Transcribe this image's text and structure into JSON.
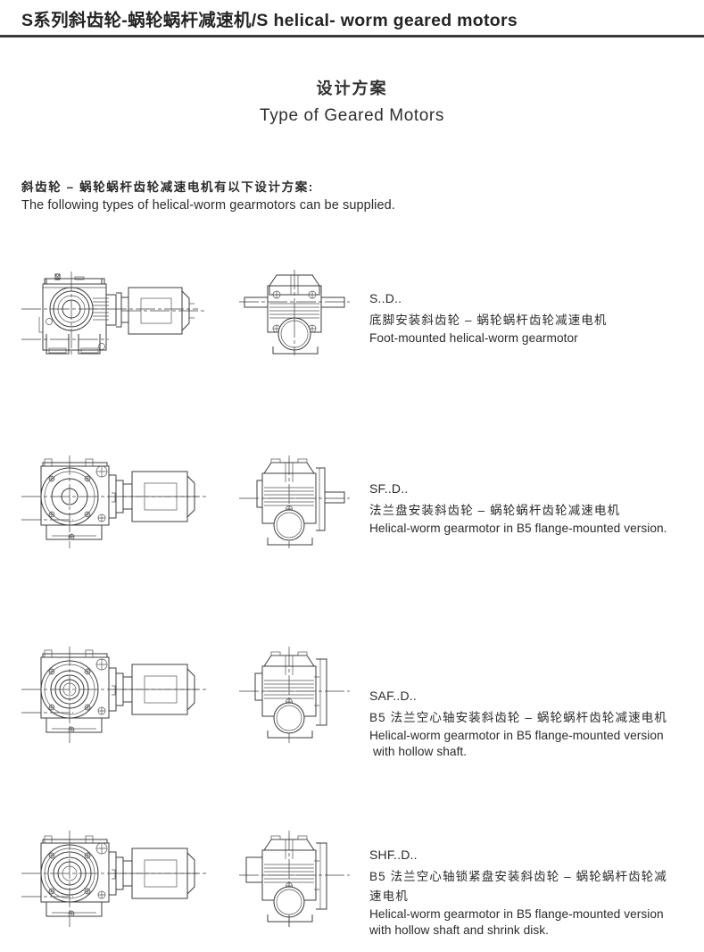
{
  "header": {
    "title": "S系列斜齿轮-蜗轮蜗杆减速机/S helical- worm geared motors"
  },
  "doc_title": {
    "cn": "设计方案",
    "en": "Type of Geared Motors"
  },
  "intro": {
    "cn": "斜齿轮 – 蜗轮蜗杆齿轮减速电机有以下设计方案:",
    "en": "The following types of helical-worm gearmotors can be supplied."
  },
  "products": [
    {
      "code": "S..D..",
      "desc_cn": "底脚安装斜齿轮 – 蜗轮蜗杆齿轮减速电机",
      "desc_en": [
        "Foot-mounted helical-worm gearmotor"
      ],
      "main_view": "foot-mounted-gearmotor-side-view",
      "end_view": "foot-mounted-gearmotor-end-view"
    },
    {
      "code": "SF..D..",
      "desc_cn": "法兰盘安装斜齿轮 – 蜗轮蜗杆齿轮减速电机",
      "desc_en": [
        "Helical-worm gearmotor in B5 flange-mounted version."
      ],
      "main_view": "flange-mounted-gearmotor-side-view",
      "end_view": "flange-mounted-gearmotor-end-view"
    },
    {
      "code": "SAF..D..",
      "desc_cn": "B5 法兰空心轴安装斜齿轮 – 蜗轮蜗杆齿轮减速电机",
      "desc_en": [
        "Helical-worm gearmotor in B5 flange-mounted version",
        " with hollow shaft."
      ],
      "main_view": "hollow-shaft-flange-gearmotor-side-view",
      "end_view": "hollow-shaft-flange-gearmotor-end-view"
    },
    {
      "code": "SHF..D..",
      "desc_cn": "B5 法兰空心轴锁紧盘安装斜齿轮 – 蜗轮蜗杆齿轮减",
      "desc_cn2": "速电机",
      "desc_en": [
        "Helical-worm gearmotor in B5 flange-mounted version",
        "with hollow shaft and shrink disk."
      ],
      "main_view": "shrink-disk-hollow-shaft-gearmotor-side-view",
      "end_view": "shrink-disk-hollow-shaft-gearmotor-end-view"
    }
  ],
  "colors": {
    "text": "#2b2b2b",
    "rule": "#3a3a3a",
    "drawing_line": "#3c3c3c",
    "background": "#ffffff"
  }
}
